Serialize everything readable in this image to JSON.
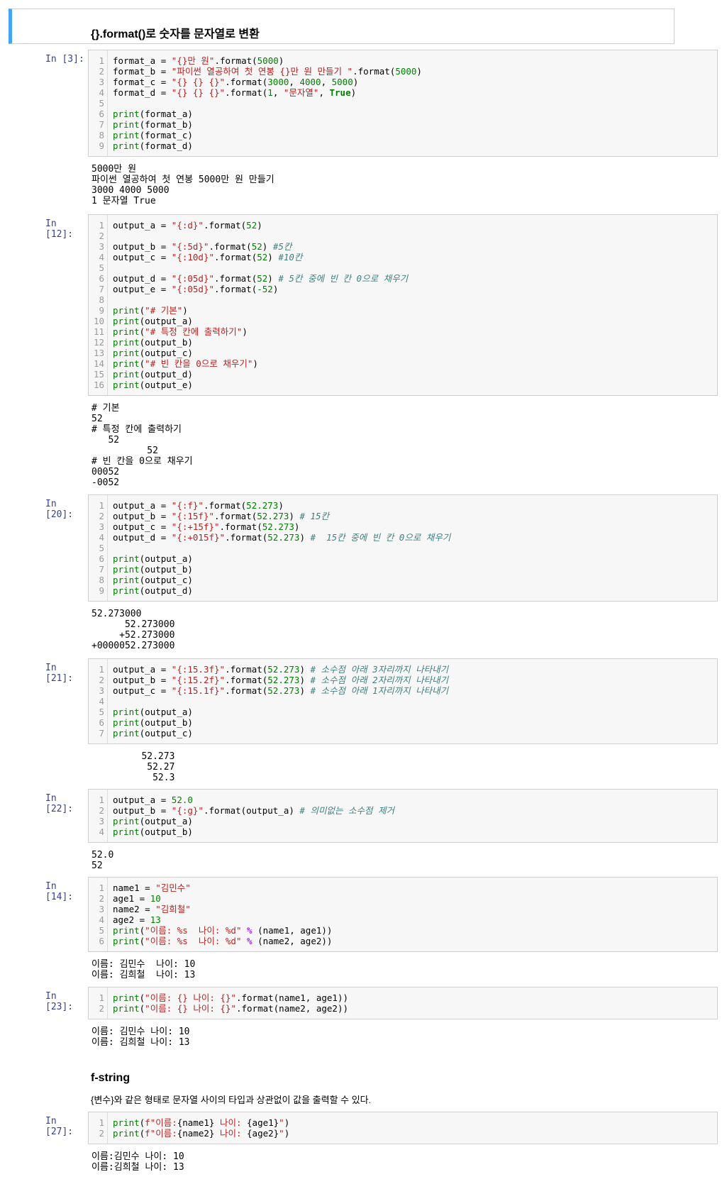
{
  "header_title": "{}.format()로 숫자를 문자열로 변환",
  "cells": [
    {
      "prompt": "In [3]:",
      "lines": [
        [
          [
            "format_a = ",
            ""
          ],
          [
            "\"{}만 원\"",
            "s"
          ],
          [
            ".format(",
            ""
          ],
          [
            "5000",
            "n"
          ],
          [
            ")",
            ""
          ]
        ],
        [
          [
            "format_b = ",
            ""
          ],
          [
            "\"파이썬 열공하여 첫 연봉 {}만 원 만들기 \"",
            "s"
          ],
          [
            ".format(",
            ""
          ],
          [
            "5000",
            "n"
          ],
          [
            ")",
            ""
          ]
        ],
        [
          [
            "format_c = ",
            ""
          ],
          [
            "\"{} {} {}\"",
            "s"
          ],
          [
            ".format(",
            ""
          ],
          [
            "3000",
            "n"
          ],
          [
            ", ",
            ""
          ],
          [
            "4000",
            "n"
          ],
          [
            ", ",
            ""
          ],
          [
            "5000",
            "n"
          ],
          [
            ")",
            ""
          ]
        ],
        [
          [
            "format_d = ",
            ""
          ],
          [
            "\"{} {} {}\"",
            "s"
          ],
          [
            ".format(",
            ""
          ],
          [
            "1",
            "n"
          ],
          [
            ", ",
            ""
          ],
          [
            "\"문자열\"",
            "s"
          ],
          [
            ", ",
            ""
          ],
          [
            "True",
            "k"
          ],
          [
            ")",
            ""
          ]
        ],
        [],
        [
          [
            "print",
            "b"
          ],
          [
            "(format_a)",
            ""
          ]
        ],
        [
          [
            "print",
            "b"
          ],
          [
            "(format_b)",
            ""
          ]
        ],
        [
          [
            "print",
            "b"
          ],
          [
            "(format_c)",
            ""
          ]
        ],
        [
          [
            "print",
            "b"
          ],
          [
            "(format_d)",
            ""
          ]
        ]
      ],
      "output": [
        "5000만 원",
        "파이썬 열공하여 첫 연봉 5000만 원 만들기",
        "3000 4000 5000",
        "1 문자열 True"
      ]
    },
    {
      "prompt": "In [12]:",
      "lines": [
        [
          [
            "output_a = ",
            ""
          ],
          [
            "\"{:d}\"",
            "s"
          ],
          [
            ".format(",
            ""
          ],
          [
            "52",
            "n"
          ],
          [
            ")",
            ""
          ]
        ],
        [],
        [
          [
            "output_b = ",
            ""
          ],
          [
            "\"{:5d}\"",
            "s"
          ],
          [
            ".format(",
            ""
          ],
          [
            "52",
            "n"
          ],
          [
            ") ",
            ""
          ],
          [
            "#5칸",
            "c"
          ]
        ],
        [
          [
            "output_c = ",
            ""
          ],
          [
            "\"{:10d}\"",
            "s"
          ],
          [
            ".format(",
            ""
          ],
          [
            "52",
            "n"
          ],
          [
            ") ",
            ""
          ],
          [
            "#10칸",
            "c"
          ]
        ],
        [],
        [
          [
            "output_d = ",
            ""
          ],
          [
            "\"{:05d}\"",
            "s"
          ],
          [
            ".format(",
            ""
          ],
          [
            "52",
            "n"
          ],
          [
            ") ",
            ""
          ],
          [
            "# 5칸 중에 빈 칸 0으로 채우기",
            "c"
          ]
        ],
        [
          [
            "output_e = ",
            ""
          ],
          [
            "\"{:05d}\"",
            "s"
          ],
          [
            ".format(",
            ""
          ],
          [
            "-52",
            "n"
          ],
          [
            ")",
            ""
          ]
        ],
        [],
        [
          [
            "print",
            "b"
          ],
          [
            "(",
            ""
          ],
          [
            "\"# 기본\"",
            "s"
          ],
          [
            ")",
            ""
          ]
        ],
        [
          [
            "print",
            "b"
          ],
          [
            "(output_a)",
            ""
          ]
        ],
        [
          [
            "print",
            "b"
          ],
          [
            "(",
            ""
          ],
          [
            "\"# 특정 칸에 출력하기\"",
            "s"
          ],
          [
            ")",
            ""
          ]
        ],
        [
          [
            "print",
            "b"
          ],
          [
            "(output_b)",
            ""
          ]
        ],
        [
          [
            "print",
            "b"
          ],
          [
            "(output_c)",
            ""
          ]
        ],
        [
          [
            "print",
            "b"
          ],
          [
            "(",
            ""
          ],
          [
            "\"# 빈 칸을 0으로 채우기\"",
            "s"
          ],
          [
            ")",
            ""
          ]
        ],
        [
          [
            "print",
            "b"
          ],
          [
            "(output_d)",
            ""
          ]
        ],
        [
          [
            "print",
            "b"
          ],
          [
            "(output_e)",
            ""
          ]
        ]
      ],
      "output": [
        "# 기본",
        "52",
        "# 특정 칸에 출력하기",
        "   52",
        "          52",
        "# 빈 칸을 0으로 채우기",
        "00052",
        "-0052"
      ]
    },
    {
      "prompt": "In [20]:",
      "lines": [
        [
          [
            "output_a = ",
            ""
          ],
          [
            "\"{:f}\"",
            "s"
          ],
          [
            ".format(",
            ""
          ],
          [
            "52.273",
            "n"
          ],
          [
            ")",
            ""
          ]
        ],
        [
          [
            "output_b = ",
            ""
          ],
          [
            "\"{:15f}\"",
            "s"
          ],
          [
            ".format(",
            ""
          ],
          [
            "52.273",
            "n"
          ],
          [
            ") ",
            ""
          ],
          [
            "# 15칸",
            "c"
          ]
        ],
        [
          [
            "output_c = ",
            ""
          ],
          [
            "\"{:+15f}\"",
            "s"
          ],
          [
            ".format(",
            ""
          ],
          [
            "52.273",
            "n"
          ],
          [
            ")",
            ""
          ]
        ],
        [
          [
            "output_d = ",
            ""
          ],
          [
            "\"{:+015f}\"",
            "s"
          ],
          [
            ".format(",
            ""
          ],
          [
            "52.273",
            "n"
          ],
          [
            ") ",
            ""
          ],
          [
            "#  15칸 중에 빈 칸 0으로 채우기",
            "c"
          ]
        ],
        [],
        [
          [
            "print",
            "b"
          ],
          [
            "(output_a)",
            ""
          ]
        ],
        [
          [
            "print",
            "b"
          ],
          [
            "(output_b)",
            ""
          ]
        ],
        [
          [
            "print",
            "b"
          ],
          [
            "(output_c)",
            ""
          ]
        ],
        [
          [
            "print",
            "b"
          ],
          [
            "(output_d)",
            ""
          ]
        ]
      ],
      "output": [
        "52.273000",
        "      52.273000",
        "     +52.273000",
        "+0000052.273000"
      ]
    },
    {
      "prompt": "In [21]:",
      "lines": [
        [
          [
            "output_a = ",
            ""
          ],
          [
            "\"{:15.3f}\"",
            "s"
          ],
          [
            ".format(",
            ""
          ],
          [
            "52.273",
            "n"
          ],
          [
            ") ",
            ""
          ],
          [
            "# 소수점 아래 3자리까지 나타내기",
            "c"
          ]
        ],
        [
          [
            "output_b = ",
            ""
          ],
          [
            "\"{:15.2f}\"",
            "s"
          ],
          [
            ".format(",
            ""
          ],
          [
            "52.273",
            "n"
          ],
          [
            ") ",
            ""
          ],
          [
            "# 소수점 아래 2자리까지 나타내기",
            "c"
          ]
        ],
        [
          [
            "output_c = ",
            ""
          ],
          [
            "\"{:15.1f}\"",
            "s"
          ],
          [
            ".format(",
            ""
          ],
          [
            "52.273",
            "n"
          ],
          [
            ") ",
            ""
          ],
          [
            "# 소수점 아래 1자리까지 나타내기",
            "c"
          ]
        ],
        [],
        [
          [
            "print",
            "b"
          ],
          [
            "(output_a)",
            ""
          ]
        ],
        [
          [
            "print",
            "b"
          ],
          [
            "(output_b)",
            ""
          ]
        ],
        [
          [
            "print",
            "b"
          ],
          [
            "(output_c)",
            ""
          ]
        ]
      ],
      "output": [
        "         52.273",
        "          52.27",
        "           52.3"
      ]
    },
    {
      "prompt": "In [22]:",
      "lines": [
        [
          [
            "output_a = ",
            ""
          ],
          [
            "52.0",
            "n"
          ]
        ],
        [
          [
            "output_b = ",
            ""
          ],
          [
            "\"{:g}\"",
            "s"
          ],
          [
            ".format(output_a) ",
            ""
          ],
          [
            "# 의미없는 소수점 제거",
            "c"
          ]
        ],
        [
          [
            "print",
            "b"
          ],
          [
            "(output_a)",
            ""
          ]
        ],
        [
          [
            "print",
            "b"
          ],
          [
            "(output_b)",
            ""
          ]
        ]
      ],
      "output": [
        "52.0",
        "52"
      ]
    },
    {
      "prompt": "In [14]:",
      "lines": [
        [
          [
            "name1 = ",
            ""
          ],
          [
            "\"김민수\"",
            "s"
          ]
        ],
        [
          [
            "age1 = ",
            ""
          ],
          [
            "10",
            "n"
          ]
        ],
        [
          [
            "name2 = ",
            ""
          ],
          [
            "\"김희철\"",
            "s"
          ]
        ],
        [
          [
            "age2 = ",
            ""
          ],
          [
            "13",
            "n"
          ]
        ],
        [
          [
            "print",
            "b"
          ],
          [
            "(",
            ""
          ],
          [
            "\"이름: %s  나이: %d\"",
            "s"
          ],
          [
            " ",
            ""
          ],
          [
            "%",
            "o"
          ],
          [
            " (name1, age1))",
            ""
          ]
        ],
        [
          [
            "print",
            "b"
          ],
          [
            "(",
            ""
          ],
          [
            "\"이름: %s  나이: %d\"",
            "s"
          ],
          [
            " ",
            ""
          ],
          [
            "%",
            "o"
          ],
          [
            " (name2, age2))",
            ""
          ]
        ]
      ],
      "output": [
        "이름: 김민수  나이: 10",
        "이름: 김희철  나이: 13"
      ]
    },
    {
      "prompt": "In [23]:",
      "lines": [
        [
          [
            "print",
            "b"
          ],
          [
            "(",
            ""
          ],
          [
            "\"이름: {} 나이: {}\"",
            "s"
          ],
          [
            ".format(name1, age1))",
            ""
          ]
        ],
        [
          [
            "print",
            "b"
          ],
          [
            "(",
            ""
          ],
          [
            "\"이름: {} 나이: {}\"",
            "s"
          ],
          [
            ".format(name2, age2))",
            ""
          ]
        ]
      ],
      "output": [
        "이름: 김민수 나이: 10",
        "이름: 김희철 나이: 13"
      ]
    },
    {
      "prompt": "In [27]:",
      "lines": [
        [
          [
            "print",
            "b"
          ],
          [
            "(",
            ""
          ],
          [
            "f\"이름:",
            "s"
          ],
          [
            "{name1}",
            ""
          ],
          [
            " 나이: ",
            "s"
          ],
          [
            "{age1}",
            ""
          ],
          [
            "\"",
            "s"
          ],
          [
            ")",
            ""
          ]
        ],
        [
          [
            "print",
            "b"
          ],
          [
            "(",
            ""
          ],
          [
            "f\"이름:",
            "s"
          ],
          [
            "{name2}",
            ""
          ],
          [
            " 나이: ",
            "s"
          ],
          [
            "{age2}",
            ""
          ],
          [
            "\"",
            "s"
          ],
          [
            ")",
            ""
          ]
        ]
      ],
      "output": [
        "이름:김민수 나이: 10",
        "이름:김희철 나이: 13"
      ]
    }
  ],
  "fstring_heading": "f-string",
  "fstring_desc": "{변수}와 같은 형태로 문자열 사이의 타입과 상관없이 값을 출력할 수 있다."
}
